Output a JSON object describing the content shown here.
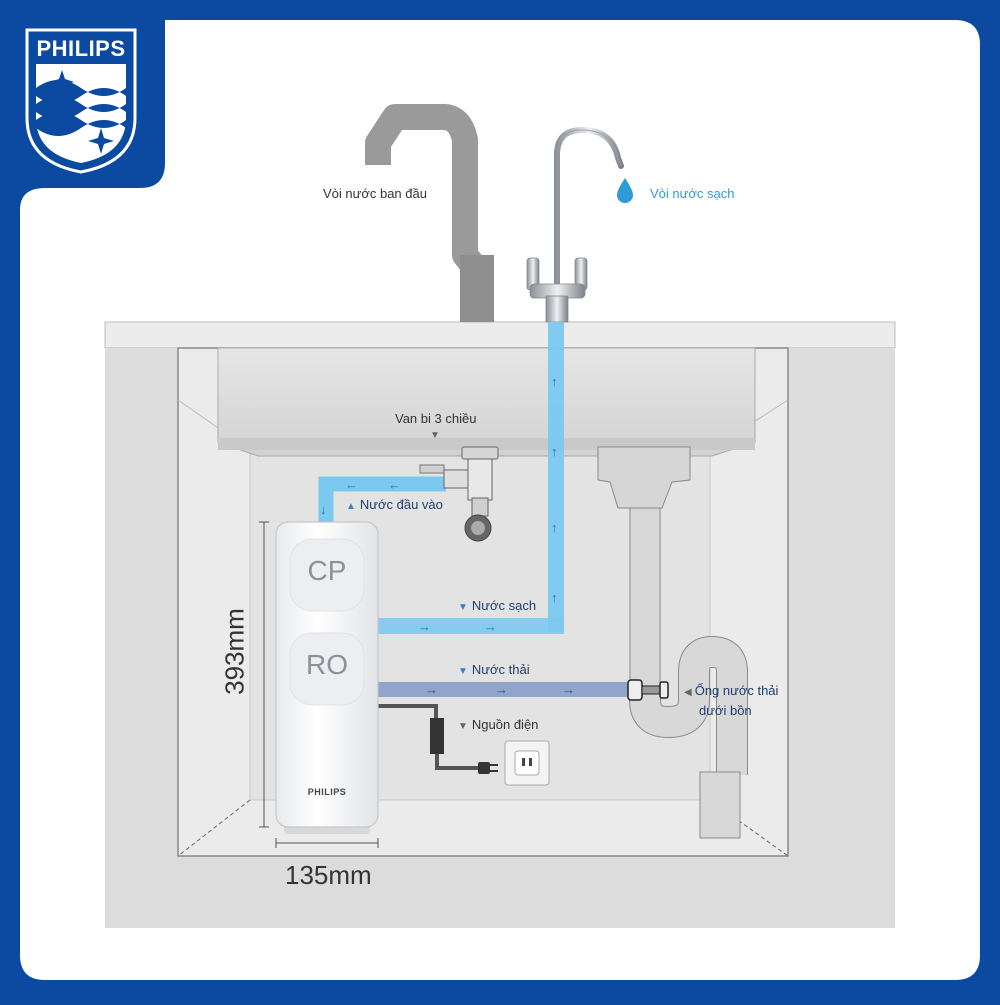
{
  "brand": {
    "logo_text": "PHILIPS",
    "unit_brand": "PHILIPS",
    "background_color": "#0b4aa0"
  },
  "labels": {
    "original_faucet": "Vòi nước ban đầu",
    "clean_faucet": "Vòi nước sạch",
    "three_way_valve": "Van bi 3 chiều",
    "water_inlet": "Nước đầu vào",
    "clean_water": "Nước sạch",
    "waste_water": "Nước thải",
    "power": "Nguồn điện",
    "drain_pipe_line1": "Ống nước thải",
    "drain_pipe_line2": "dưới bồn"
  },
  "filters": {
    "top": "CP",
    "bottom": "RO"
  },
  "dimensions": {
    "height": "393mm",
    "width": "135mm"
  },
  "colors": {
    "clean_water": "#7cc9f0",
    "waste_water": "#8da0c8",
    "accent_text": "#2e9ad6"
  }
}
